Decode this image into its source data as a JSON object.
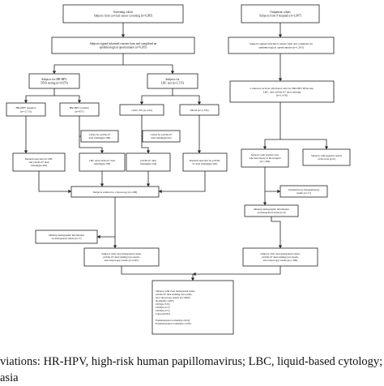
{
  "nodes": {
    "n_community": [
      "Screening cohort",
      "Subjects from cervical cancer screening (n=6,385)"
    ],
    "n_consent_left": [
      "Subjects signed informed consent form and completed an",
      "epidemiological questionnaire (n=6,185)"
    ],
    "n_hpv": [
      "Subjects for HR-HPV",
      "DNA testing (n=4,670)"
    ],
    "n_lbc_left": [
      "Subjects for",
      "LBC test (n=1,515)"
    ],
    "n_hpv_neg": [
      "HR-HPV negative",
      "(n=3,713)"
    ],
    "n_hpv_pos": [
      "HR-HPV positive",
      "(n=957)"
    ],
    "n_ascus": [
      "≥ASC-US (n=145)"
    ],
    "n_nilm": [
      "NILM (n=1,370)"
    ],
    "n_called_1": [
      "Called for p16/Ki-67",
      "dual staining(n=188)"
    ],
    "n_called_2": [
      "Called for p16/Ki-67",
      "dual staining(n=62)"
    ],
    "n_random_1": [
      "Random selection for LBC",
      "and p16/Ki-67 dual",
      "staining(n=463)"
    ],
    "n_lbc_p16": [
      "LBC and p16/Ki-67 dual",
      "staining(n=728)"
    ],
    "n_p16_only": [
      "p16/Ki-67 dual",
      "staining(n=134)"
    ],
    "n_random_2": [
      "Random selection for p16/Ki-",
      "67 dual staining(n=265)"
    ],
    "n_colpo": [
      "Subjects referred to colposcopy (n=458)"
    ],
    "n_missing_left": [
      "Missing demographic information",
      "on menopausal status (n=17)"
    ],
    "n_final_left": [
      "Subjects with clear menopausal status,",
      "p16/Ki-67 dual staining test results,",
      "and colposcopy results (n=2,467)"
    ],
    "n_outpatient": [
      "Outpatient cohort",
      "Subjects from 9 hospitals (n=1,687)"
    ],
    "n_consent_right": [
      "Subjects signed informed consent form and completed an",
      "epidemiological questionnaire (n=1,503)"
    ],
    "n_collected": [
      "Collected cervical exfoliated cells for HR-HPV DNA test,",
      "LBC, and p16/Ki-67 dual staining",
      "(n=1,416)"
    ],
    "n_biopsy": [
      "Subjects with positive tests",
      "who had biopsy in the hospital",
      "(n=1,394)"
    ],
    "n_negative": [
      "Subjects with negative results",
      "of the tests (n=0)"
    ],
    "n_unsatisfactory": [
      "Unsatisfactory histopathology",
      "results (n=17)"
    ],
    "n_missing_right": [
      "Missing demographic information",
      "on menopausal status (n=0)"
    ],
    "n_final_right": [
      "Subjects with clear menopausal status,",
      "p16/Ki-67 dual staining test results,",
      "and colposcopy results (n=1,399)"
    ],
    "n_total": [
      "Subjects with clear menopausal status,",
      "p16/Ki-67 dual staining test results,",
      "and colposcopy results (n=3,866)",
      "Normal(n=1,695)",
      "CIN1(n=723)",
      "CIN2(n=217)",
      "CIN3(n=271)",
      "Cancer(n=82)",
      "",
      "Premenopausal women(n=2,616)",
      "Postmenopausal women(n=1,250)"
    ]
  },
  "caption": {
    "line1": "viations: HR-HPV, high-risk human papillomavirus; LBC, liquid-based cytology; CIN, cervical intraepi",
    "line2": "asia"
  }
}
